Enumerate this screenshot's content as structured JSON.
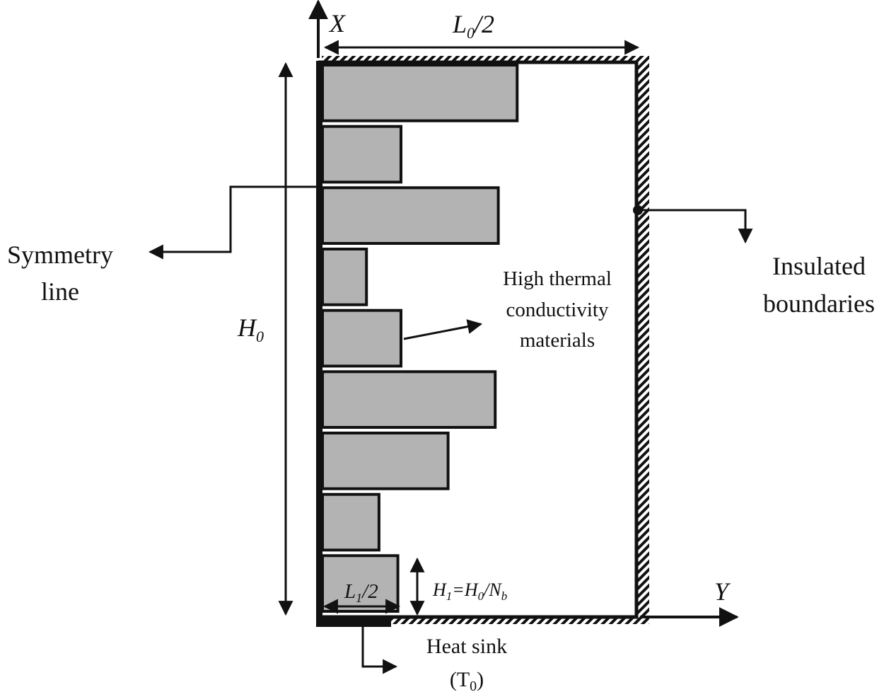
{
  "axes": {
    "x_label": "X",
    "y_label": "Y"
  },
  "dimensions": {
    "width_label_main": "L",
    "width_label_sub": "0",
    "width_label_tail": "/2",
    "height_label_main": "H",
    "height_label_sub": "0",
    "fin_width_main": "L",
    "fin_width_sub": "1",
    "fin_width_tail": "/2",
    "fin_height_h1": "H",
    "fin_height_h1_sub": "1",
    "fin_height_eq": "=H",
    "fin_height_h0_sub": "0",
    "fin_height_slash": "/N",
    "fin_height_nb_sub": "b"
  },
  "labels": {
    "symmetry_line_1": "Symmetry",
    "symmetry_line_2": "line",
    "insulated_1": "Insulated",
    "insulated_2": "boundaries",
    "htc_1": "High thermal",
    "htc_2": "conductivity",
    "htc_3": "materials",
    "heat_sink_1": "Heat sink",
    "heat_sink_2_open": "(T",
    "heat_sink_2_sub": "0",
    "heat_sink_2_close": ")"
  },
  "fins": {
    "count": 9,
    "fill": "#b3b3b3",
    "relative_lengths": [
      0.62,
      0.25,
      0.56,
      0.14,
      0.25,
      0.55,
      0.4,
      0.18,
      0.24
    ]
  },
  "colors": {
    "stroke": "#111111",
    "fin_fill": "#b3b3b3",
    "background": "#ffffff"
  }
}
